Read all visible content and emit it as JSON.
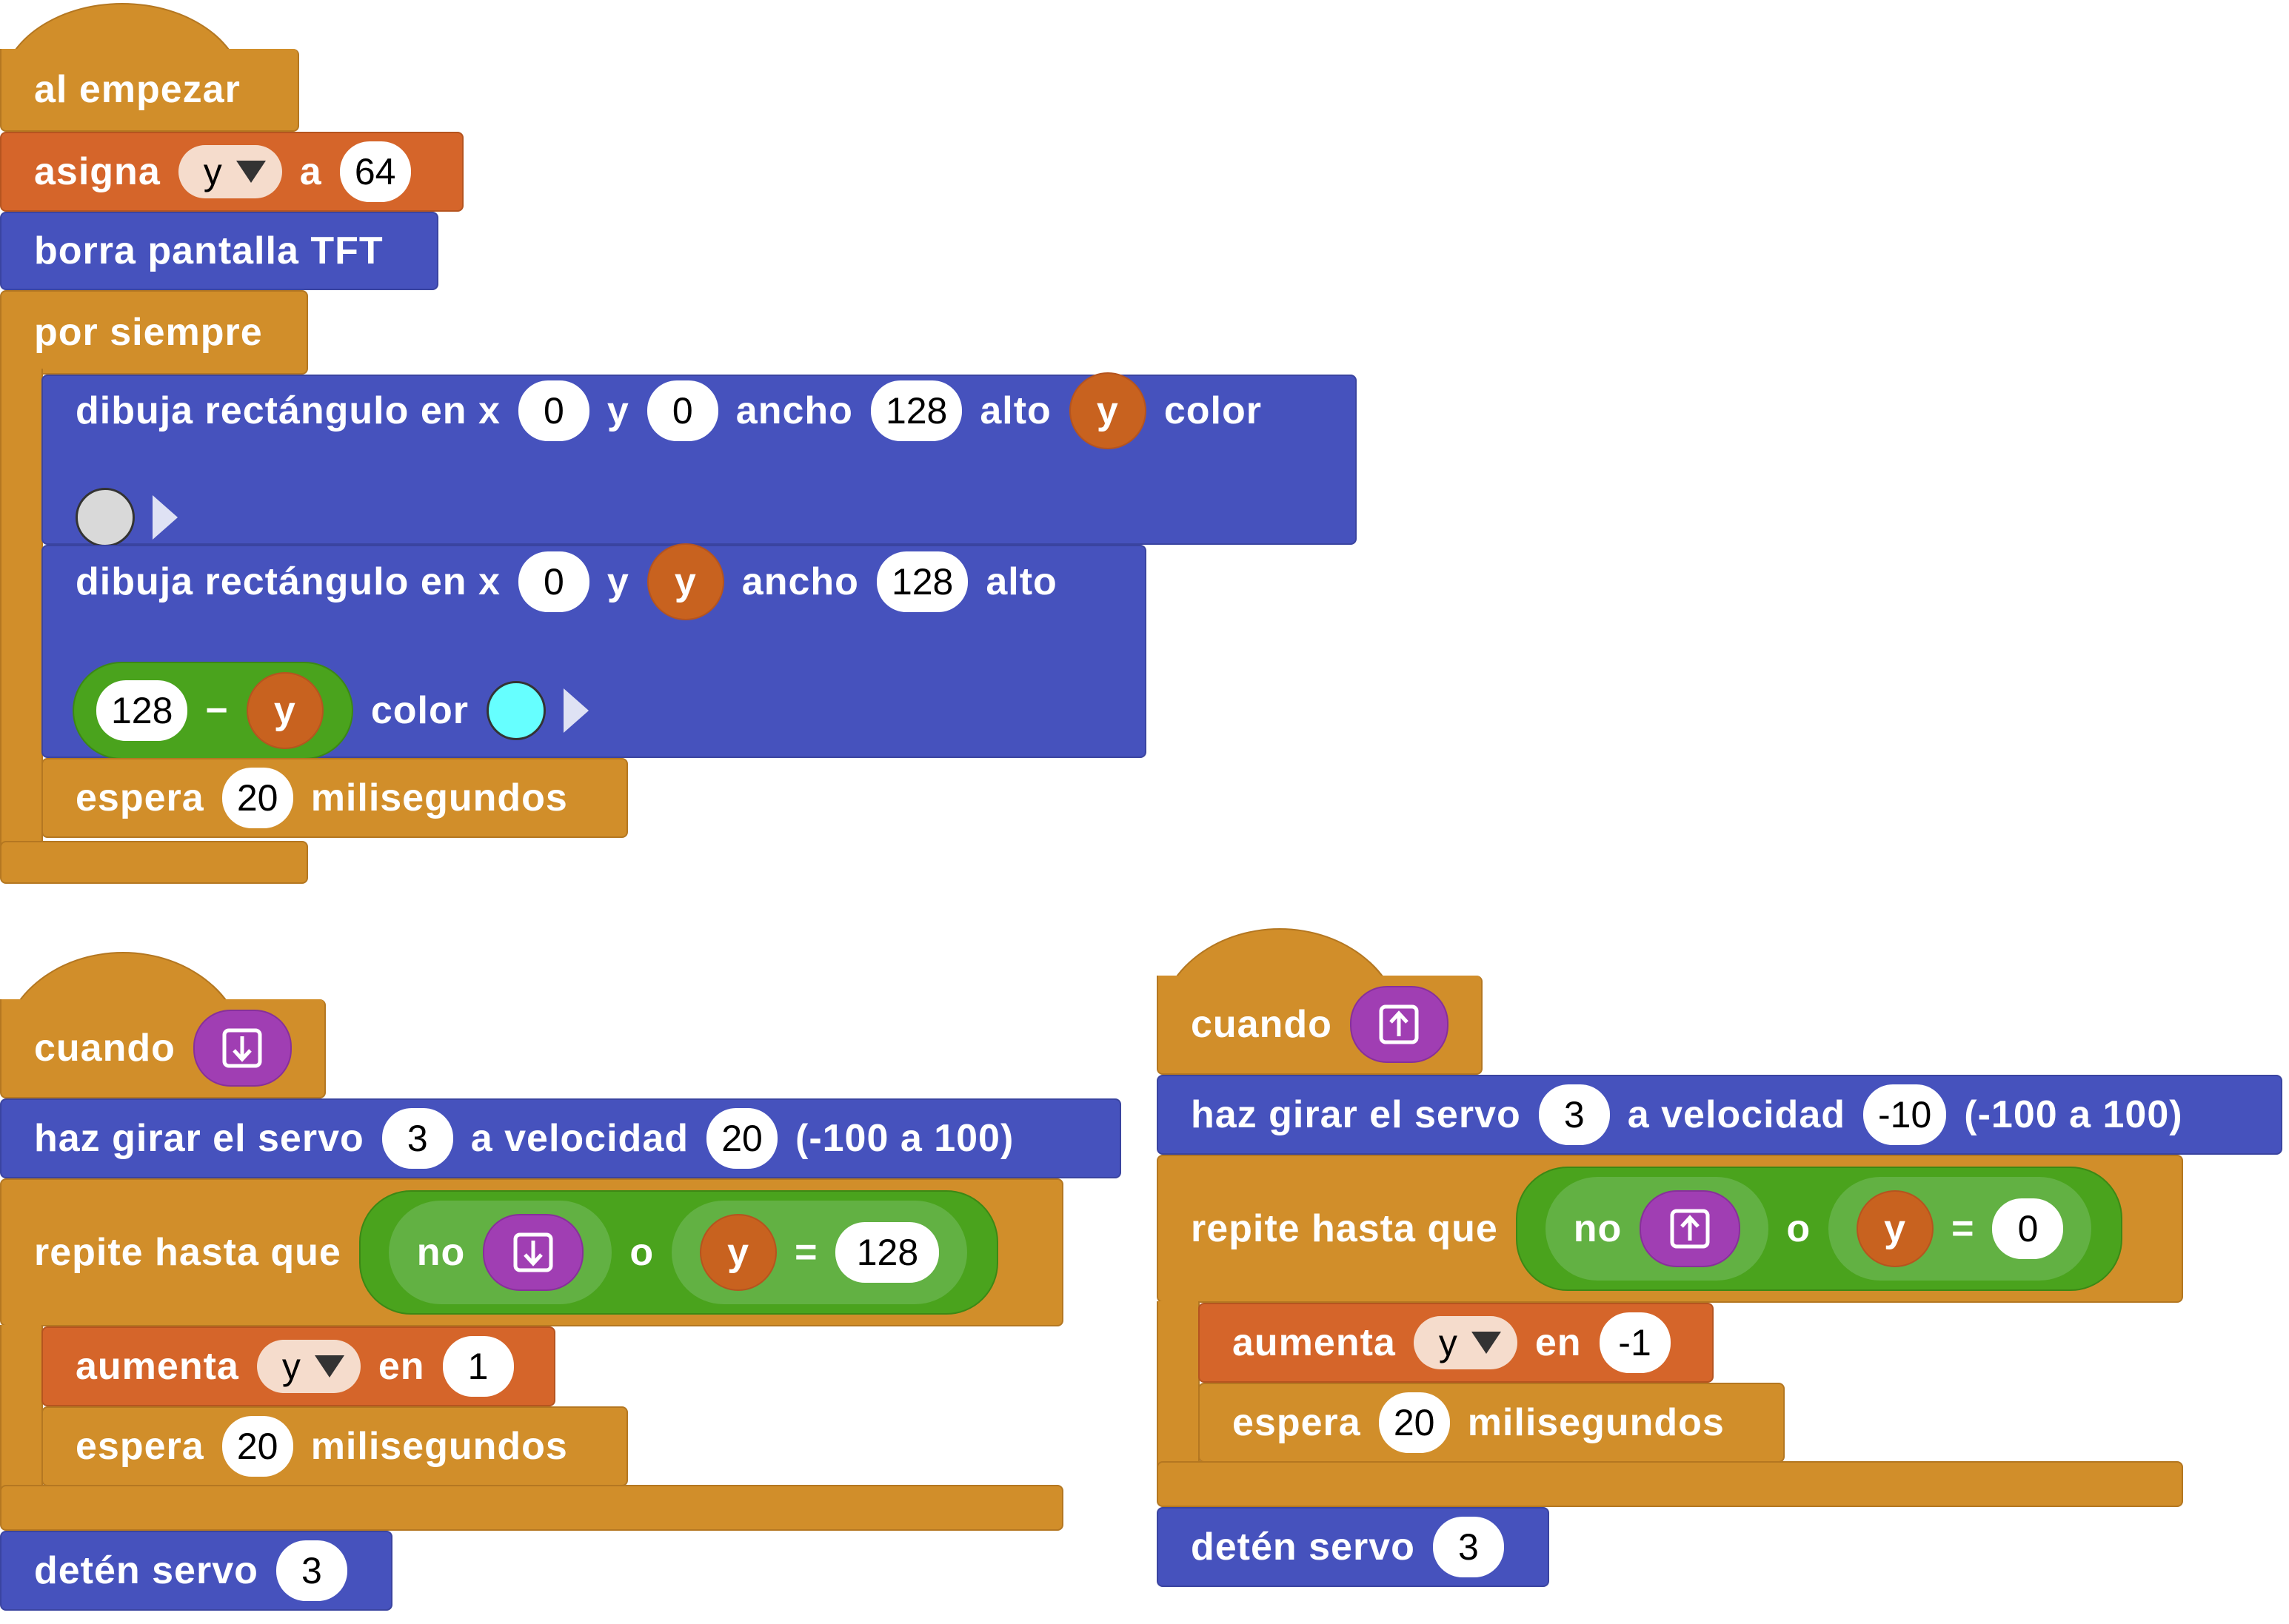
{
  "colors": {
    "events": "#d18e2a",
    "variables": "#d5652a",
    "display": "#4652bd",
    "logic": "#4aa31d",
    "input": "#a03eb3",
    "swatch_gray": "#d9d9d9",
    "swatch_cyan": "#66ffff"
  },
  "script1": {
    "hat": "al empezar",
    "set_label": "asigna",
    "set_var": "y",
    "set_to": "a",
    "set_value": "64",
    "clear": "borra pantalla TFT",
    "forever": "por siempre",
    "rect1": {
      "label": "dibuja rectángulo en x",
      "x": "0",
      "y_label": "y",
      "y": "0",
      "w_label": "ancho",
      "w": "128",
      "h_label": "alto",
      "h_var": "y",
      "color_label": "color"
    },
    "rect2": {
      "label": "dibuja rectángulo en x",
      "x": "0",
      "y_label": "y",
      "y_var": "y",
      "w_label": "ancho",
      "w": "128",
      "h_label": "alto",
      "minus_left": "128",
      "minus_op": "−",
      "minus_var": "y",
      "color_label": "color"
    },
    "wait_label": "espera",
    "wait_value": "20",
    "wait_unit": "milisegundos"
  },
  "script2": {
    "hat": "cuando",
    "key_icon": "arrow-down-icon",
    "servo_label": "haz girar el servo",
    "servo_num": "3",
    "speed_label": "a velocidad",
    "speed": "20",
    "range": "(-100 a 100)",
    "repeat": "repite hasta que",
    "not": "no",
    "or": "o",
    "cmp_var": "y",
    "cmp_op": "=",
    "cmp_value": "128",
    "change_label": "aumenta",
    "change_var": "y",
    "change_by": "en",
    "change_value": "1",
    "wait_label": "espera",
    "wait_value": "20",
    "wait_unit": "milisegundos",
    "stop_label": "detén servo",
    "stop_num": "3"
  },
  "script3": {
    "hat": "cuando",
    "key_icon": "arrow-up-icon",
    "servo_label": "haz girar el servo",
    "servo_num": "3",
    "speed_label": "a velocidad",
    "speed": "-10",
    "range": "(-100 a 100)",
    "repeat": "repite hasta que",
    "not": "no",
    "or": "o",
    "cmp_var": "y",
    "cmp_op": "=",
    "cmp_value": "0",
    "change_label": "aumenta",
    "change_var": "y",
    "change_by": "en",
    "change_value": "-1",
    "wait_label": "espera",
    "wait_value": "20",
    "wait_unit": "milisegundos",
    "stop_label": "detén servo",
    "stop_num": "3"
  }
}
